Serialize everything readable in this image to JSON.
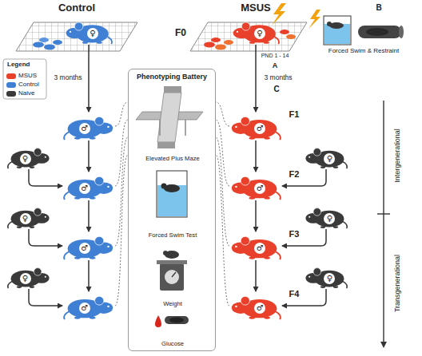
{
  "diagram": {
    "nodes": [
      {
        "text": [
          "♀"
        ]
      },
      {
        "text": [
          "♀"
        ]
      },
      {
        "text": [
          "♂"
        ]
      },
      {
        "text": [
          "♂"
        ]
      },
      {
        "text": [
          "♂"
        ]
      },
      {
        "text": [
          "♂"
        ]
      },
      {
        "text": [
          "♂"
        ]
      },
      {
        "text": [
          "♂"
        ]
      },
      {
        "text": [
          "♂"
        ]
      },
      {
        "text": [
          "♂"
        ]
      },
      {
        "text": [
          "♀"
        ]
      },
      {
        "text": [
          "♀"
        ]
      },
      {
        "text": [
          "♀"
        ]
      },
      {
        "text": [
          "♀"
        ]
      },
      {
        "text": [
          "♀"
        ]
      },
      {
        "text": [
          "♀"
        ]
      },
      {
        "text": [
          "Phenotyping Battery"
        ]
      },
      {
        "text": [
          "Elevated Plus Maze"
        ],
        "in": 16
      },
      {
        "text": [
          "Forced Swim Test"
        ],
        "in": 16
      },
      {
        "text": [
          "Weight"
        ],
        "in": 16
      },
      {
        "text": [
          "Glucose"
        ],
        "in": 16
      }
    ],
    "edges": [
      {
        "from": 0,
        "to": 2,
        "arrow": "to"
      },
      {
        "from": 1,
        "to": 6,
        "arrow": "to"
      },
      {
        "from": 2,
        "to": 3,
        "arrow": "to"
      },
      {
        "from": 3,
        "to": 4,
        "arrow": "to"
      },
      {
        "from": 4,
        "to": 5,
        "arrow": "to"
      },
      {
        "from": 6,
        "to": 7,
        "arrow": "to"
      },
      {
        "from": 7,
        "to": 8,
        "arrow": "to"
      },
      {
        "from": 8,
        "to": 9,
        "arrow": "to"
      },
      {
        "from": 10,
        "to": 3,
        "arrow": "to"
      },
      {
        "from": 11,
        "to": 4,
        "arrow": "to"
      },
      {
        "from": 12,
        "to": 5,
        "arrow": "to"
      },
      {
        "from": 13,
        "to": 7,
        "arrow": "to"
      },
      {
        "from": 14,
        "to": 8,
        "arrow": "to"
      },
      {
        "from": 15,
        "to": 9,
        "arrow": "to"
      },
      {
        "from": 2,
        "to": 16,
        "arrow": "none"
      },
      {
        "from": 3,
        "to": 16,
        "arrow": "none"
      },
      {
        "from": 4,
        "to": 16,
        "arrow": "none"
      },
      {
        "from": 5,
        "to": 16,
        "arrow": "none"
      },
      {
        "from": 6,
        "to": 16,
        "arrow": "none"
      },
      {
        "from": 7,
        "to": 16,
        "arrow": "none"
      },
      {
        "from": 8,
        "to": 16,
        "arrow": "none"
      },
      {
        "from": 9,
        "to": 16,
        "arrow": "none"
      }
    ],
    "labels": [
      "Control",
      "MSUS",
      "F0",
      "B",
      "Forced Swim & Restraint",
      "PND 1 - 14",
      "A",
      "Legend",
      "3 months",
      "3 months",
      "C",
      "F1",
      "F2",
      "F3",
      "F4",
      "Intergenerational",
      "Transgenerational"
    ],
    "legend": [
      {
        "text": "MSUS",
        "color": "#e8402a"
      },
      {
        "text": "Control",
        "color": "#3f7fd4"
      },
      {
        "text": "Naive",
        "color": "#3a3a3a"
      }
    ]
  }
}
